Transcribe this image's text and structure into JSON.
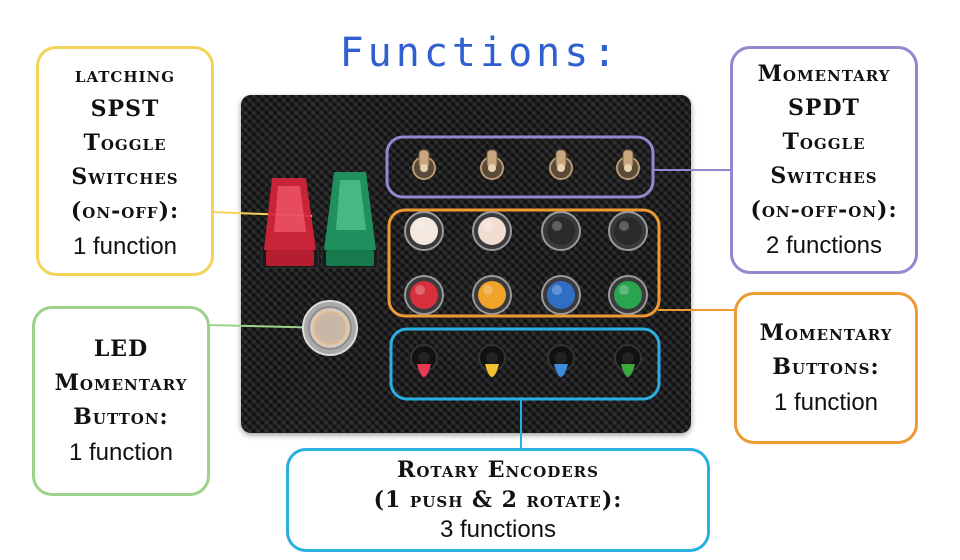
{
  "title": "Functions:",
  "callouts": {
    "latching": {
      "heading": "latching\nSPST\nToggle\nSwitches\n(on-off):",
      "functions": "1 function"
    },
    "led": {
      "heading": "LED\nMomentary\nButton:",
      "functions": "1 function"
    },
    "spdt": {
      "heading": "Momentary\nSPDT\nToggle\nSwitches\n(on-off-on):",
      "functions": "2 functions"
    },
    "buttons": {
      "heading": "Momentary\nButtons:",
      "functions": "1 function"
    },
    "encoders": {
      "heading": "Rotary Encoders\n(1 push & 2 rotate):",
      "functions": "3 functions"
    }
  },
  "colors": {
    "title": "#2f5fd0",
    "latching_border": "#f2d45a",
    "led_border": "#9bd28a",
    "spdt_border": "#9486cf",
    "buttons_border": "#ee9a32",
    "encoders_border": "#2ab0e0",
    "toggle_cover_left": "#d8243a",
    "toggle_cover_right": "#1f9a63"
  },
  "button_caps": [
    "#f3e7de",
    "#f1ddd2",
    "#2a2a2c",
    "#2a2a2c",
    "#d7303c",
    "#f0a22a",
    "#2e6fc4",
    "#2aa44e"
  ],
  "encoder_tips": [
    "#e83a55",
    "#f2c232",
    "#3a8fdc",
    "#3aaa3c"
  ]
}
